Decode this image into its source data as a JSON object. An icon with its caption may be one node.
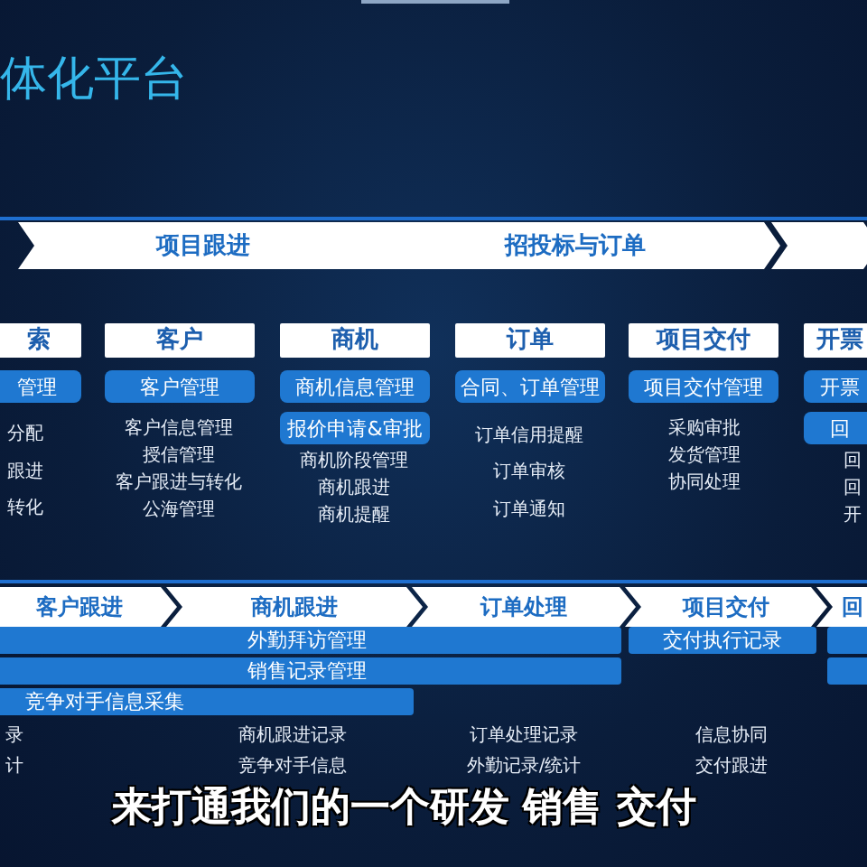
{
  "diagram": {
    "title": "体化平台",
    "nodes": [
      {
        "text": [
          "项目跟进"
        ]
      },
      {
        "text": [
          "招投标与订单"
        ]
      },
      {
        "text": [],
        "shape": "chevron"
      },
      {
        "text": [
          "索"
        ]
      },
      {
        "text": [
          "客户"
        ]
      },
      {
        "text": [
          "商机"
        ]
      },
      {
        "text": [
          "订单"
        ]
      },
      {
        "text": [
          "项目交付"
        ]
      },
      {
        "text": [
          "开票"
        ]
      },
      {
        "text": [
          "管理"
        ]
      },
      {
        "text": [
          "客户管理"
        ]
      },
      {
        "text": [
          "商机信息管理"
        ]
      },
      {
        "text": [
          "合同、订单管理"
        ]
      },
      {
        "text": [
          "项目交付管理"
        ]
      },
      {
        "text": [
          "开票"
        ]
      },
      {
        "text": [
          "报价申请&审批"
        ]
      },
      {
        "text": [
          "回"
        ]
      },
      {
        "text": [
          "客户跟进"
        ]
      },
      {
        "text": [
          "商机跟进"
        ]
      },
      {
        "text": [
          "订单处理"
        ]
      },
      {
        "text": [
          "项目交付"
        ]
      },
      {
        "text": [
          "回"
        ]
      },
      {
        "text": [
          "外勤拜访管理"
        ]
      },
      {
        "text": [
          "交付执行记录"
        ]
      },
      {
        "text": [],
        "shape": "bar"
      },
      {
        "text": [
          "销售记录管理"
        ]
      },
      {
        "text": [],
        "shape": "bar"
      },
      {
        "text": [
          "竞争对手信息采集"
        ]
      }
    ],
    "labels": [
      "分配",
      "跟进",
      "转化",
      "客户信息管理",
      "授信管理",
      "客户跟进与转化",
      "公海管理",
      "商机阶段管理",
      "商机跟进",
      "商机提醒",
      "订单信用提醒",
      "订单审核",
      "订单通知",
      "采购审批",
      "发货管理",
      "协同处理",
      "回",
      "回",
      "开",
      "录",
      "商机跟进记录",
      "订单处理记录",
      "信息协同",
      "计",
      "竞争对手信息",
      "外勤记录/统计",
      "交付跟进",
      "来打通我们的一个研发 销售 交付"
    ]
  }
}
